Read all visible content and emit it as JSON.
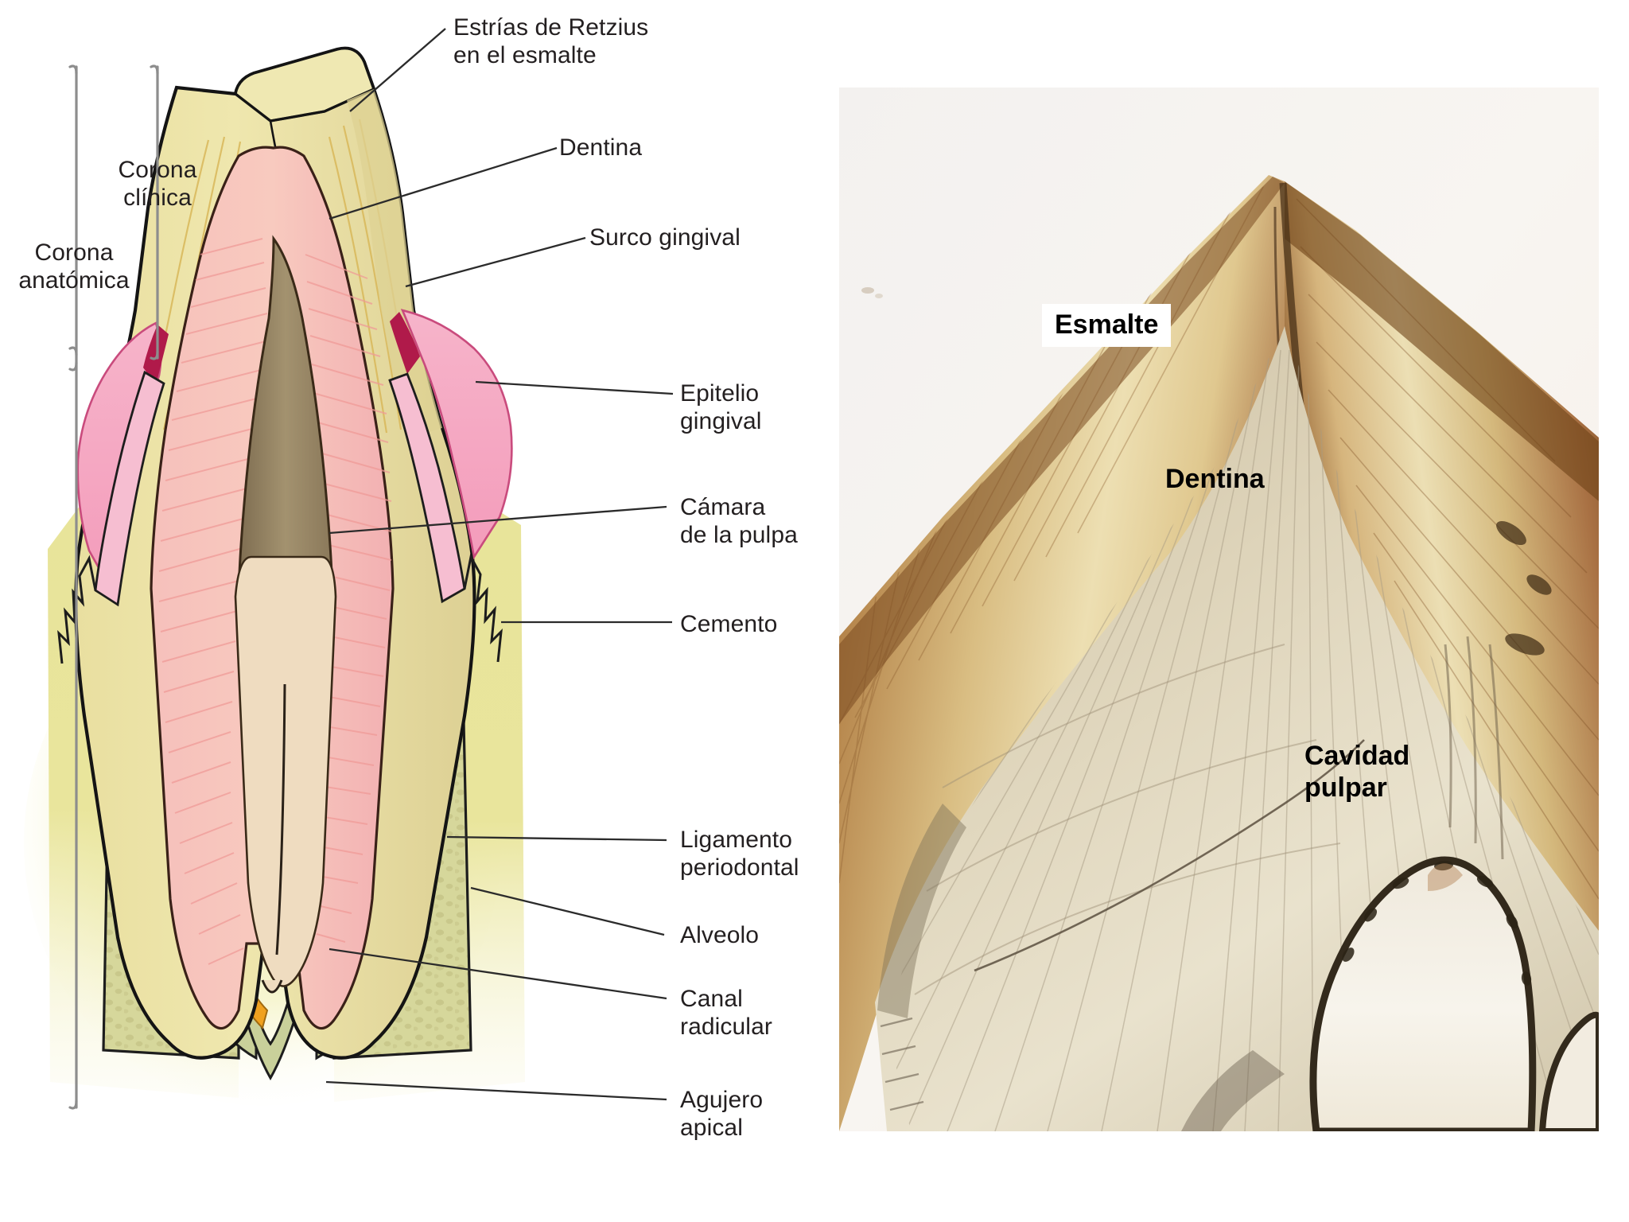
{
  "figure": {
    "title_type": "dental-anatomy-figure",
    "language": "es"
  },
  "left_diagram": {
    "name": "corte-longitudinal-diente",
    "brackets": [
      {
        "id": "corona-clinica",
        "label": "Corona\nclínica"
      },
      {
        "id": "corona-anatomica",
        "label": "Corona\nanatómica"
      }
    ],
    "labels": [
      {
        "id": "estrias-retzius",
        "text": "Estrías de Retzius\nen el esmalte"
      },
      {
        "id": "dentina",
        "text": "Dentina"
      },
      {
        "id": "surco-gingival",
        "text": "Surco gingival"
      },
      {
        "id": "epitelio-gingival",
        "text": "Epitelio\ngingival"
      },
      {
        "id": "camara-pulpa",
        "text": "Cámara\nde la pulpa"
      },
      {
        "id": "cemento",
        "text": "Cemento"
      },
      {
        "id": "ligamento-periodontal",
        "text": "Ligamento\nperiodontal"
      },
      {
        "id": "alveolo",
        "text": "Alveolo"
      },
      {
        "id": "canal-radicular",
        "text": "Canal radicular"
      },
      {
        "id": "agujero-apical",
        "text": "Agujero apical"
      }
    ],
    "colors": {
      "esmalte": "#ece3a4",
      "esmalte_sombra": "#ded39a",
      "dentina": "#f4b7bb",
      "dentina_clara": "#f9cfc4",
      "pulpa": "#8b7a5e",
      "encia": "#f4a7c0",
      "encia_clara": "#f8c4d5",
      "hueso": "#e4df8e",
      "hueso_esponjoso": "#cdd39a",
      "ligamento": "#f0a020",
      "cemento": "#c9cf9a",
      "contorno": "#1a1a1a",
      "lider": "#3a3a3a"
    }
  },
  "right_photo": {
    "name": "microfotografia-corte-diente",
    "labels": [
      {
        "id": "esmalte",
        "text": "Esmalte",
        "boxed": true
      },
      {
        "id": "dentina-foto",
        "text": "Dentina",
        "boxed": false
      },
      {
        "id": "cavidad-pulpar",
        "text": "Cavidad\npulpar",
        "boxed": false
      }
    ],
    "colors": {
      "fondo": "#f6f2ee",
      "esmalte_oscuro": "#8a5a2b",
      "esmalte_medio": "#b98a4e",
      "esmalte_claro": "#e3cf9c",
      "dentina": "#d8cdb2",
      "dentina_clara": "#e8e0cc",
      "pulpa": "#f4f0e6",
      "borde": "#3c3228"
    }
  }
}
